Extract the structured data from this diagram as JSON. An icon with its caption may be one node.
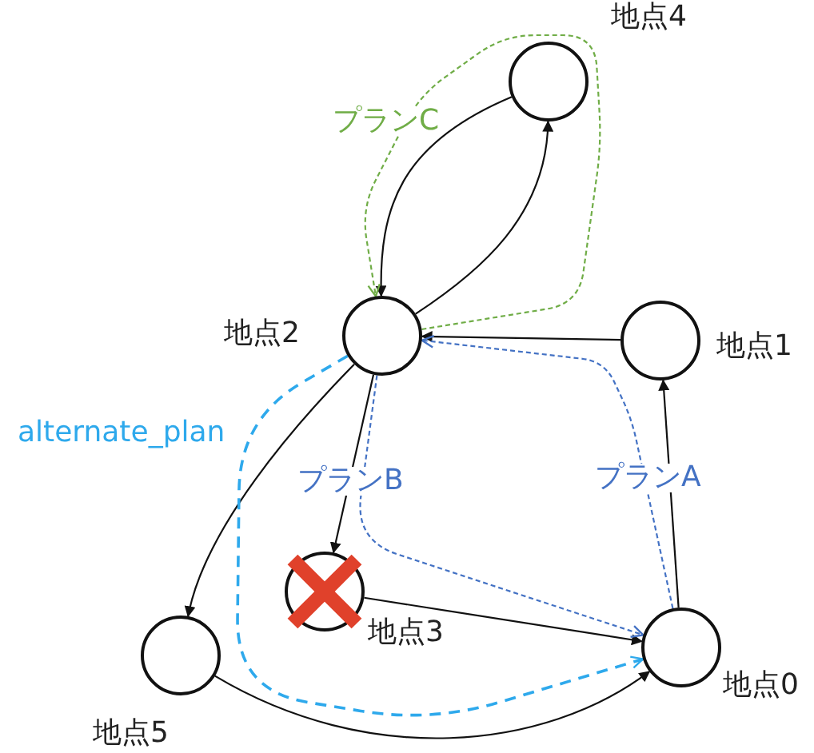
{
  "diagram": {
    "nodes": [
      {
        "text": [],
        "shape": "circle",
        "beside": [
          "地点0"
        ]
      },
      {
        "text": [],
        "shape": "circle",
        "beside": [
          "地点1"
        ]
      },
      {
        "text": [],
        "shape": "circle",
        "beside": [
          "地点2"
        ]
      },
      {
        "text": [],
        "shape": "circle",
        "beside": [
          "地点3"
        ]
      },
      {
        "text": [],
        "shape": "circle",
        "beside": [
          "地点4"
        ]
      },
      {
        "text": [],
        "shape": "circle",
        "beside": [
          "地点5"
        ]
      }
    ],
    "edges": [
      {
        "from": 1,
        "to": 2,
        "arrow": "to"
      },
      {
        "from": 0,
        "to": 1,
        "arrow": "to"
      },
      {
        "from": 2,
        "to": 4,
        "arrow": "to"
      },
      {
        "from": 4,
        "to": 2,
        "arrow": "to"
      },
      {
        "from": 2,
        "to": 3,
        "arrow": "to"
      },
      {
        "from": 3,
        "to": 0,
        "arrow": "to"
      },
      {
        "from": 2,
        "to": 5,
        "arrow": "to"
      },
      {
        "from": 5,
        "to": 0,
        "arrow": "to"
      },
      {
        "from": 0,
        "to": 2,
        "arrow": "to",
        "label": "プランA",
        "style": "dashed",
        "color": "#4472c4"
      },
      {
        "from": 2,
        "to": 0,
        "arrow": "to",
        "label": "プランB",
        "style": "dashed",
        "color": "#4472c4"
      },
      {
        "from": 2,
        "to": 2,
        "arrow": "to",
        "label": "プランC",
        "style": "dashed",
        "color": "#70ad47"
      },
      {
        "from": 2,
        "to": 0,
        "arrow": "to",
        "label": "alternate_plan",
        "style": "dashed",
        "color": "#2ea9ec"
      }
    ]
  }
}
